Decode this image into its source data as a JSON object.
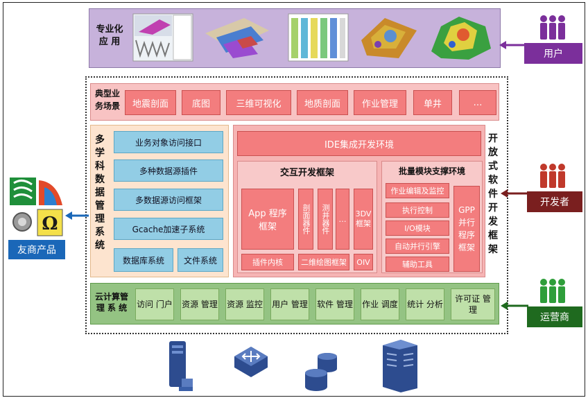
{
  "apps_label": "专业化 应 用",
  "scenarios": {
    "label": "典型业务场景",
    "items": [
      "地震剖面",
      "底图",
      "三维可视化",
      "地质剖面",
      "作业管理",
      "单井",
      "…"
    ]
  },
  "data_mgmt": {
    "label": "多学科数据管理系统",
    "items": [
      "业务对象访问接口",
      "多种数据源插件",
      "多数据源访问框架",
      "Gcache加速子系统"
    ],
    "bottom_items": [
      "数据库系统",
      "文件系统"
    ]
  },
  "open_framework": {
    "label": "开放式软件开发框架",
    "ide": "IDE集成开发环境",
    "interactive": {
      "title": "交互开发框架",
      "app": "App 程序框架",
      "plugin_kernel": "插件内核",
      "small": [
        "剖面器件",
        "测井器件",
        "…",
        "3DV框架"
      ],
      "drawing": "二维绘图框架",
      "oiv": "OIV"
    },
    "batch": {
      "title": "批量模块支撑环境",
      "items": [
        "作业编辑及监控",
        "执行控制",
        "I/O模块",
        "自动并行引擎",
        "辅助工具"
      ],
      "gpp": "GPP 并行 程序 框架"
    }
  },
  "cloud": {
    "label": "云计算管理 系 统",
    "items": [
      "访问 门户",
      "资源 管理",
      "资源 监控",
      "用户 管理",
      "软件 管理",
      "作业 调度",
      "统计 分析",
      "许可证 管理"
    ]
  },
  "roles": {
    "user": "用户",
    "developer": "开发者",
    "operator": "运营商"
  },
  "partner": "友商产品",
  "colors": {
    "user": "#7b2f9b",
    "developer": "#7a1f1f",
    "operator": "#1f6a1f",
    "partner": "#1a67b8"
  }
}
